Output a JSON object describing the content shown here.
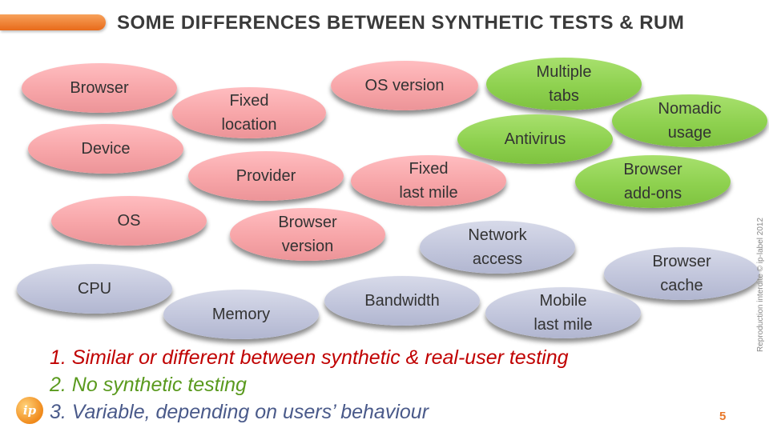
{
  "title": "SOME DIFFERENCES BETWEEN SYNTHETIC TESTS & RUM",
  "colors": {
    "pink": "#f7a5a8",
    "green": "#8ed14f",
    "gray": "#c2c6dc",
    "legend_1": "#c00000",
    "legend_2": "#5a9a1e",
    "legend_3": "#4a5a8a",
    "accent": "#e8782a"
  },
  "ovals": [
    {
      "label": "Browser",
      "category": "pink"
    },
    {
      "label": "Fixed\nlocation",
      "category": "pink"
    },
    {
      "label": "OS version",
      "category": "pink"
    },
    {
      "label": "Multiple\ntabs",
      "category": "green"
    },
    {
      "label": "Nomadic\nusage",
      "category": "green"
    },
    {
      "label": "Device",
      "category": "pink"
    },
    {
      "label": "Antivirus",
      "category": "green"
    },
    {
      "label": "Provider",
      "category": "pink"
    },
    {
      "label": "Fixed\nlast mile",
      "category": "pink"
    },
    {
      "label": "Browser\nadd-ons",
      "category": "green"
    },
    {
      "label": "OS",
      "category": "pink"
    },
    {
      "label": "Browser\nversion",
      "category": "pink"
    },
    {
      "label": "Network\naccess",
      "category": "gray"
    },
    {
      "label": "Browser\ncache",
      "category": "gray"
    },
    {
      "label": "CPU",
      "category": "gray"
    },
    {
      "label": "Bandwidth",
      "category": "gray"
    },
    {
      "label": "Memory",
      "category": "gray"
    },
    {
      "label": "Mobile\nlast mile",
      "category": "gray"
    }
  ],
  "legend": [
    {
      "text": "1. Similar or different between synthetic & real-user testing"
    },
    {
      "text": "2. No synthetic testing"
    },
    {
      "text": "3. Variable, depending on users’ behaviour"
    }
  ],
  "logo_text": "ip",
  "page_number": "5",
  "copyright": "Reproduction interdite © ip-label 2012"
}
